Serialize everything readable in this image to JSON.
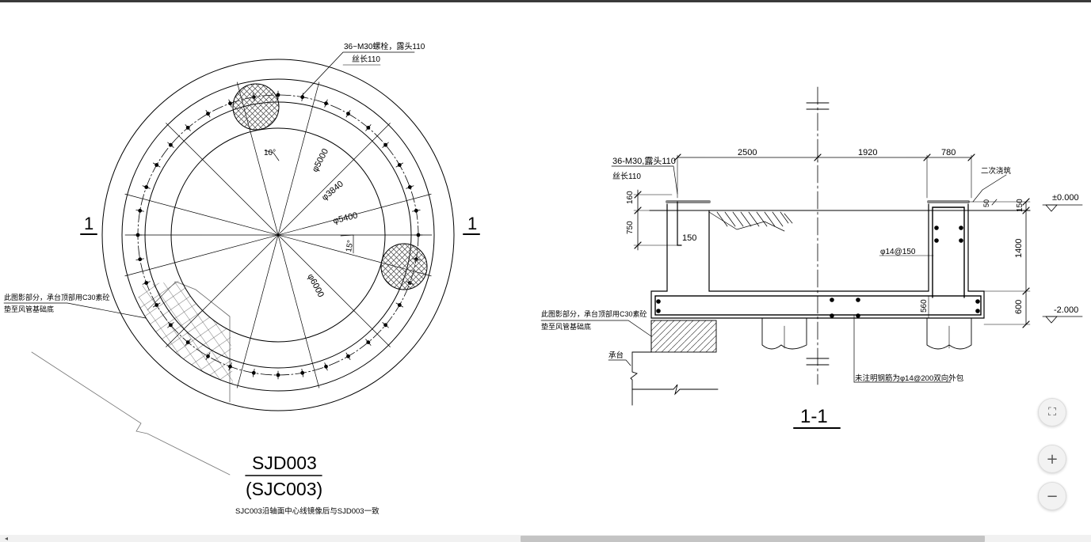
{
  "viewer": {
    "buttons": {
      "fit_glyph": "⛶",
      "zoom_in_glyph": "+",
      "zoom_out_glyph": "−"
    },
    "scroll_left_glyph": "◂",
    "colors": {
      "line": "#000000",
      "hatch": "#555555",
      "button_bg": "#f2f2f2",
      "scroll_thumb": "#c4c4c4"
    }
  },
  "plan": {
    "bolt_note_line1": "36~M30螺栓，露头110",
    "bolt_note_line2": "丝长110",
    "angle_10": "10°",
    "angle_15": "15°",
    "dia_5000": "φ5000",
    "dia_3840": "φ3840",
    "dia_5400": "φ5400",
    "dia_6000": "φ6000",
    "section_mark_left": "1",
    "section_mark_right": "1",
    "hatch_note_line1": "此图影部分，承台顶部用C30素砼",
    "hatch_note_line2": "垫至风管基础底",
    "drawing_no": "SJD003",
    "drawing_no_mirror": "(SJC003)",
    "mirror_note": "SJC003沿轴面中心线镜像后与SJD003一致"
  },
  "section": {
    "bolt_note_line1": "36-M30,露头110",
    "bolt_note_line2": "丝长110",
    "dim_2500": "2500",
    "dim_1920": "1920",
    "dim_780": "780",
    "second_grout": "二次浇筑",
    "dim_160": "160",
    "dim_750": "750",
    "dim_150_left": "150",
    "dim_50": "50",
    "dim_150_right": "150",
    "elev_top": "±0.000",
    "elev_bottom": "-2.000",
    "rebar_label": "φ14@150",
    "dim_1400": "1400",
    "dim_560": "560",
    "dim_600": "600",
    "hatch_note_line1": "此图影部分，承台顶部用C30素砼",
    "hatch_note_line2": "垫至风管基础底",
    "pile_cap": "承台",
    "rebar_note": "未注明钢筋为φ14@200双向外包",
    "section_title": "1-1"
  }
}
